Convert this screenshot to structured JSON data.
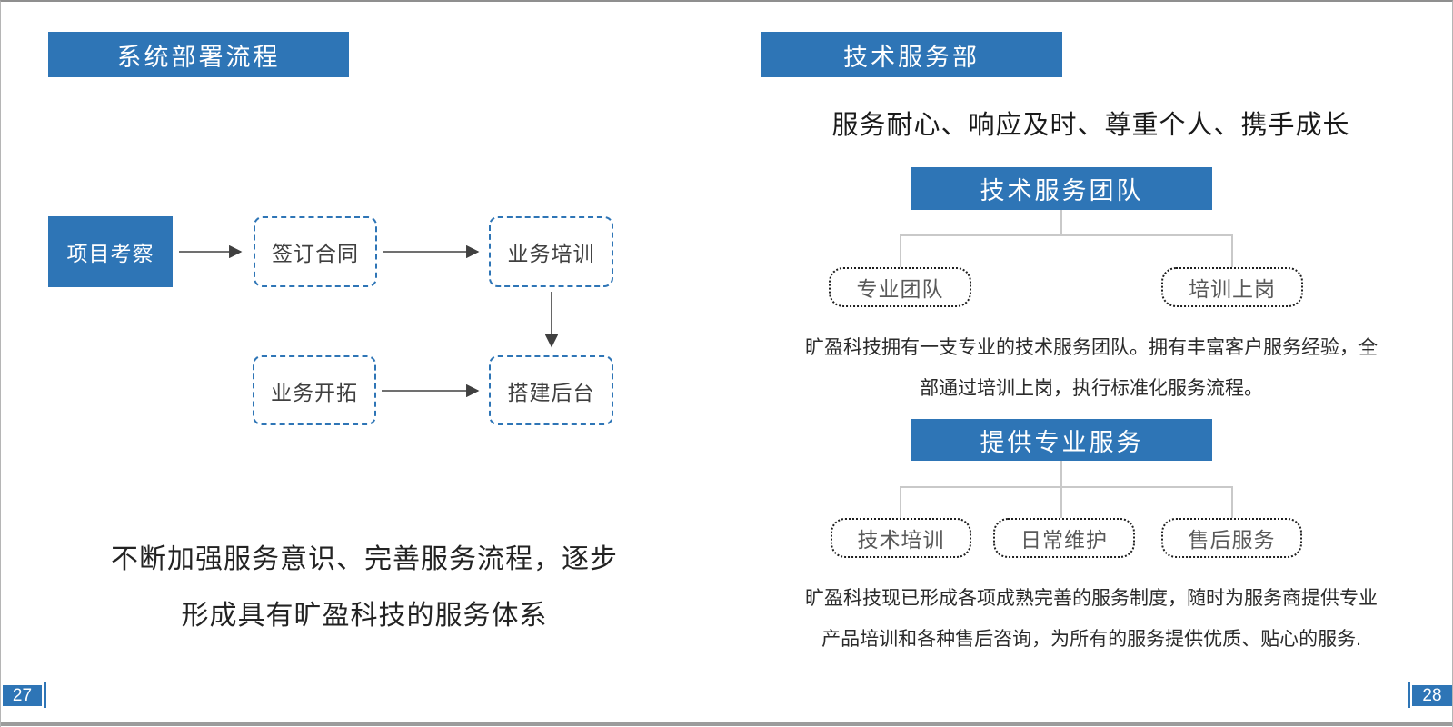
{
  "left_page": {
    "title": "系统部署流程",
    "flowchart": {
      "nodes": [
        {
          "label": "项目考察",
          "style": "solid"
        },
        {
          "label": "签订合同",
          "style": "dashed"
        },
        {
          "label": "业务培训",
          "style": "dashed"
        },
        {
          "label": "业务开拓",
          "style": "dashed"
        },
        {
          "label": "搭建后台",
          "style": "dashed"
        }
      ]
    },
    "caption_line1": "不断加强服务意识、完善服务流程，逐步",
    "caption_line2": "形成具有旷盈科技的服务体系",
    "page_number": "27"
  },
  "right_page": {
    "title": "技术服务部",
    "motto": "服务耐心、响应及时、尊重个人、携手成长",
    "team_section": {
      "header": "技术服务团队",
      "children": [
        "专业团队",
        "培训上岗"
      ],
      "description_line1": "旷盈科技拥有一支专业的技术服务团队。拥有丰富客户服务经验，全",
      "description_line2": "部通过培训上岗，执行标准化服务流程。"
    },
    "service_section": {
      "header": "提供专业服务",
      "children": [
        "技术培训",
        "日常维护",
        "售后服务"
      ],
      "description_line1": "旷盈科技现已形成各项成熟完善的服务制度，随时为服务商提供专业",
      "description_line2": "产品培训和各种售后咨询，为所有的服务提供优质、贴心的服务."
    },
    "page_number": "28"
  },
  "colors": {
    "accent_blue": "#2E75B6",
    "connector_gray": "#C9C9C9",
    "frame_gray": "#9c9c9c"
  }
}
